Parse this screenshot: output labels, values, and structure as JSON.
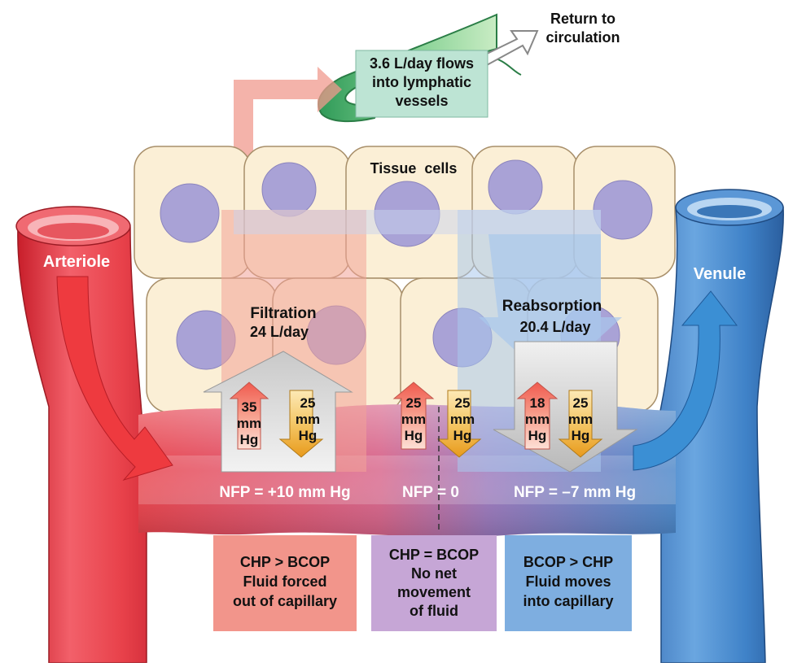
{
  "return_label": [
    "Return to",
    "circulation"
  ],
  "lymph_box": [
    "3.6 L/day flows",
    "into lymphatic",
    "vessels"
  ],
  "tissue_label": "Tissue  cells",
  "arteriole_label": "Arteriole",
  "venule_label": "Venule",
  "filtration": {
    "title": "Filtration",
    "rate": "24 L/day"
  },
  "reabsorption": {
    "title": "Reabsorption",
    "rate": "20.4 L/day"
  },
  "pressures": {
    "left_chp": [
      "35",
      "mm",
      "Hg"
    ],
    "left_bcop": [
      "25",
      "mm",
      "Hg"
    ],
    "mid_chp": [
      "25",
      "mm",
      "Hg"
    ],
    "mid_bcop": [
      "25",
      "mm",
      "Hg"
    ],
    "right_chp": [
      "18",
      "mm",
      "Hg"
    ],
    "right_bcop": [
      "25",
      "mm",
      "Hg"
    ]
  },
  "nfp": {
    "left": "NFP = +10 mm Hg",
    "mid": "NFP = 0",
    "right": "NFP = –7 mm Hg"
  },
  "info_boxes": {
    "left": [
      "CHP > BCOP",
      "Fluid forced",
      "out of capillary"
    ],
    "mid": [
      "CHP = BCOP",
      "No net",
      "movement",
      "of fluid"
    ],
    "right": [
      "BCOP > CHP",
      "Fluid moves",
      "into capillary"
    ]
  },
  "colors": {
    "arterial": "#e2343e",
    "venous": "#3b7fc4",
    "left_box": "#f2958b",
    "mid_box": "#c6a6d6",
    "right_box": "#7eaee0",
    "lymph_box": "#bde4d4",
    "cell": "#fbefd6",
    "nucleus": "#a9a2d6"
  }
}
